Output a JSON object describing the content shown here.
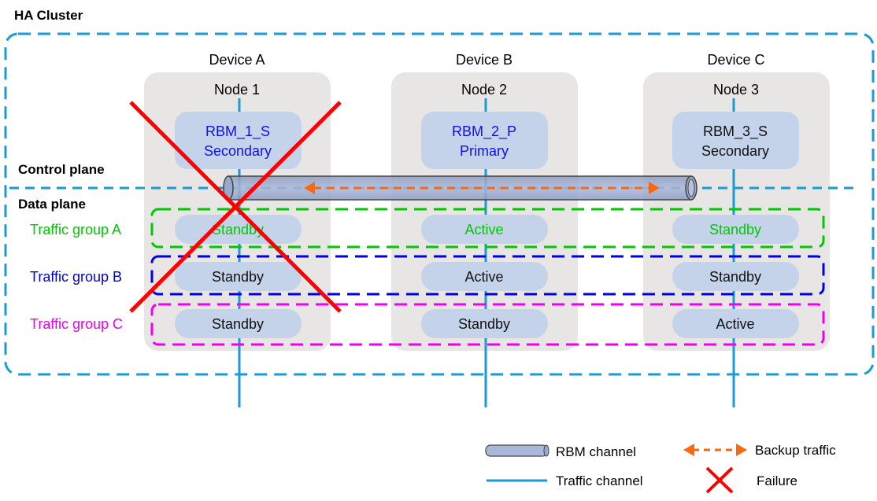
{
  "title": "HA Cluster",
  "planes": {
    "control": "Control plane",
    "data": "Data plane"
  },
  "devices": [
    {
      "name": "Device A",
      "node": "Node 1",
      "rbm": "RBM_1_S",
      "role": "Secondary",
      "role_color": "#1010ee",
      "states": [
        "Standby",
        "Standby",
        "Standby"
      ],
      "failed": true
    },
    {
      "name": "Device B",
      "node": "Node 2",
      "rbm": "RBM_2_P",
      "role": "Primary",
      "role_color": "#1010ee",
      "states": [
        "Active",
        "Active",
        "Standby"
      ],
      "failed": false
    },
    {
      "name": "Device C",
      "node": "Node 3",
      "rbm": "RBM_3_S",
      "role": "Secondary",
      "role_color": "#111111",
      "states": [
        "Standby",
        "Standby",
        "Active"
      ],
      "failed": false
    }
  ],
  "traffic_groups": [
    {
      "label": "Traffic group A",
      "color": "#00c800"
    },
    {
      "label": "Traffic group B",
      "color": "#0000e0"
    },
    {
      "label": "Traffic group C",
      "color": "#f000f0"
    }
  ],
  "legend": {
    "rbm_channel": "RBM channel",
    "traffic_channel": "Traffic channel",
    "backup_traffic": "Backup traffic",
    "failure": "Failure"
  },
  "colors": {
    "cluster": "#1a9ad6",
    "backup": "#f56a10",
    "failure": "#ff0000",
    "device_bg": "#e8e6e4",
    "pill": "#c5d3ea"
  }
}
